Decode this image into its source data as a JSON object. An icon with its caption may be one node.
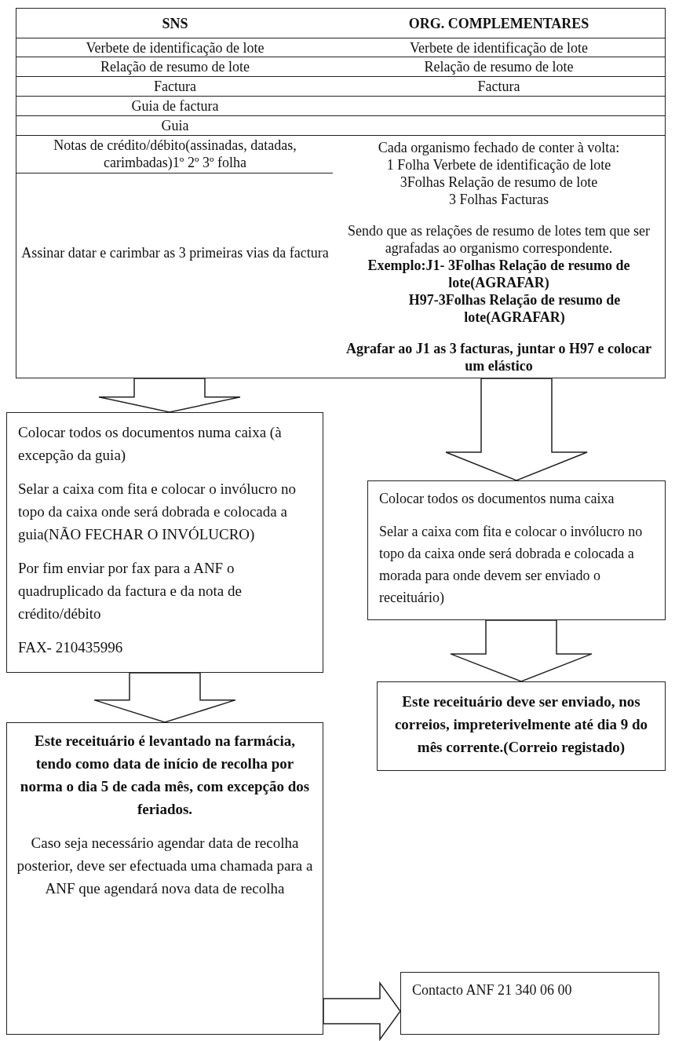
{
  "diagram": {
    "nodes": [
      {
        "text": [
          "SNS",
          "Verbete de identificação de lote",
          "Relação de resumo de lote",
          "Factura",
          "Guia de factura",
          "Guia",
          "Notas de crédito/débito(assinadas, datadas, carimbadas)1º 2º 3º folha",
          "Assinar datar e carimbar as 3 primeiras vias da factura"
        ]
      },
      {
        "text": [
          "ORG. COMPLEMENTARES",
          "Verbete de identificação de lote",
          "Relação de resumo de lote",
          "Factura",
          "Cada organismo fechado de conter à volta:",
          "1 Folha Verbete de identificação de lote",
          "3Folhas Relação de resumo de lote",
          "3 Folhas Facturas",
          "Sendo que as relações de resumo de lotes tem que ser agrafadas ao organismo correspondente.",
          "**Exemplo:J1- 3Folhas Relação de resumo de lote(AGRAFAR)**",
          "**H97-3Folhas Relação de resumo de lote(AGRAFAR)**",
          "**Agrafar ao J1 as 3 facturas, juntar o H97 e colocar um elástico**"
        ]
      },
      {
        "text": [
          "Colocar todos os documentos numa caixa (à excepção da guia)",
          "Selar a caixa com fita e colocar o invólucro no topo da caixa onde será dobrada e colocada a guia(NÃO FECHAR O INVÓLUCRO)",
          "Por fim enviar por fax para a ANF o quadruplicado da factura e da nota de crédito/débito",
          "FAX- 210435996"
        ]
      },
      {
        "text": [
          "Colocar todos os documentos numa caixa",
          "Selar a caixa com fita e colocar o invólucro no topo da caixa onde será dobrada e colocada a morada para onde devem ser enviado o receituário)"
        ]
      },
      {
        "text": [
          "**Este receituário é levantado na farmácia, tendo como data de início de recolha por norma o dia 5 de cada mês, com excepção dos feriados.**",
          "Caso seja necessário agendar data de recolha posterior, deve ser efectuada uma chamada para a ANF que agendará nova data de recolha"
        ]
      },
      {
        "text": [
          "Este receituário deve ser enviado, nos correios, impreterivelmente até dia 9 do mês corrente.(Correio registado)"
        ]
      },
      {
        "text": [
          "Contacto ANF 21 340 06 00"
        ]
      }
    ],
    "edges": [
      {
        "from": 0,
        "to": 2,
        "arrow": "to"
      },
      {
        "from": 1,
        "to": 3,
        "arrow": "to"
      },
      {
        "from": 2,
        "to": 4,
        "arrow": "to"
      },
      {
        "from": 3,
        "to": 5,
        "arrow": "to"
      },
      {
        "from": 4,
        "to": 6,
        "arrow": "to"
      }
    ]
  }
}
